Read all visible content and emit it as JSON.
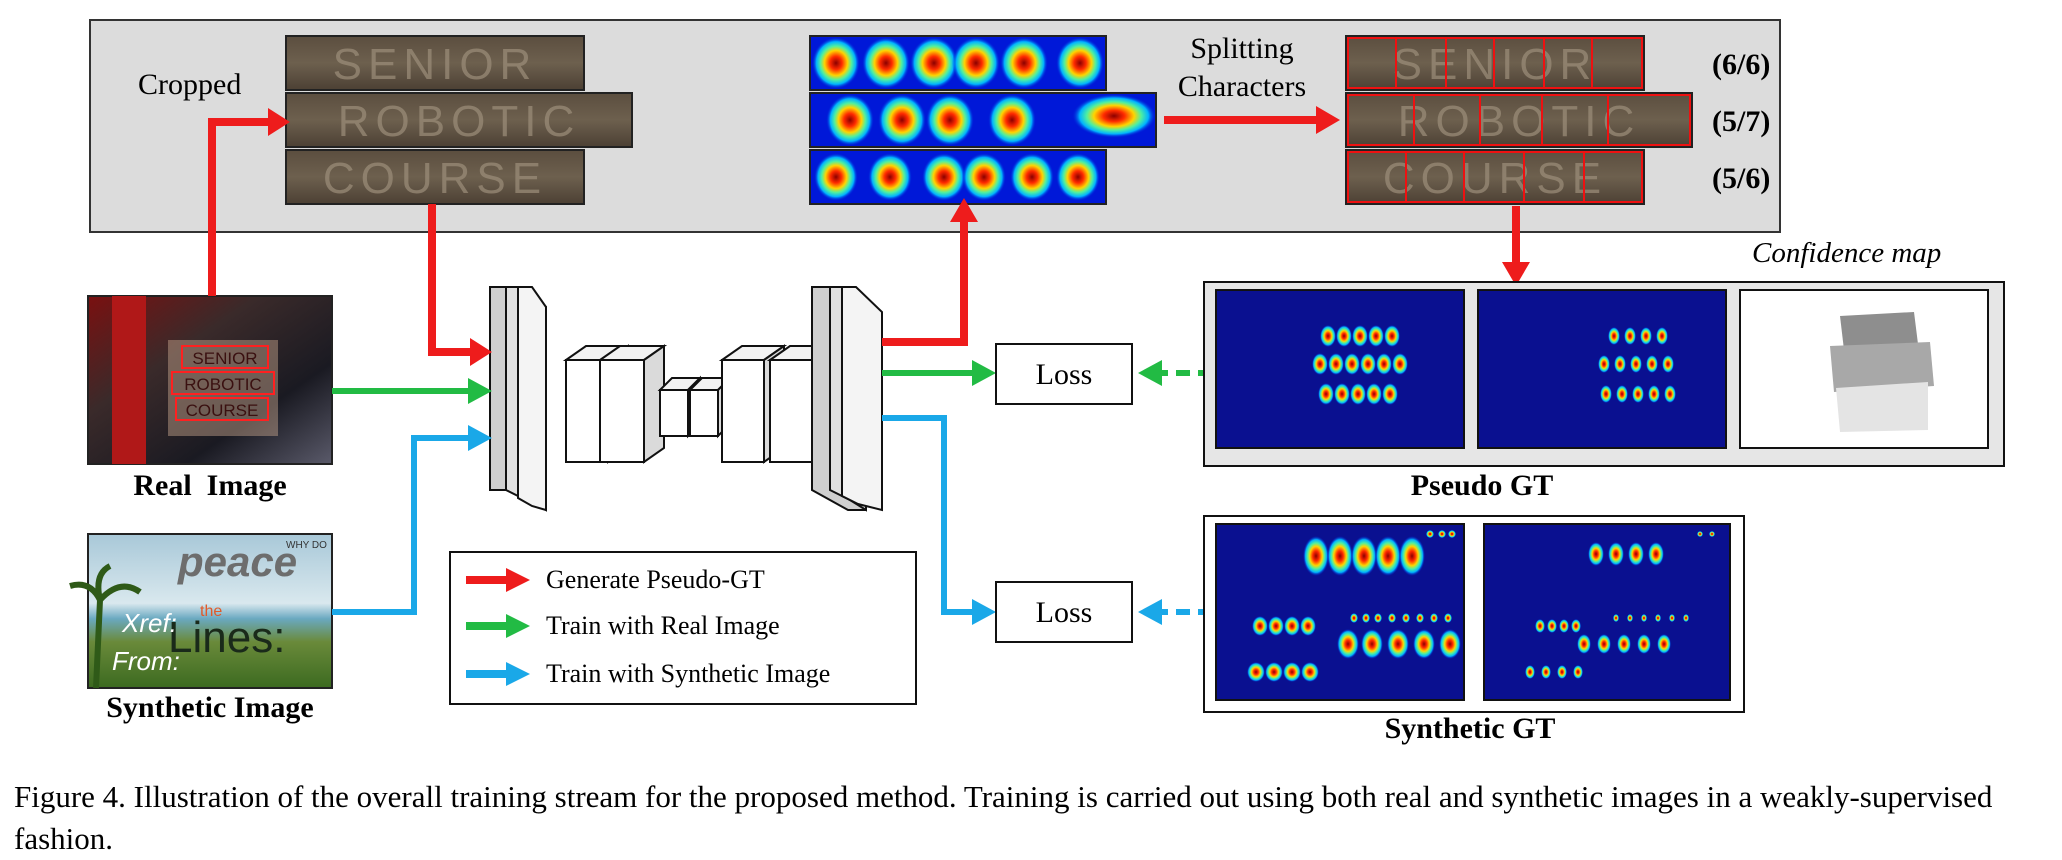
{
  "figure": {
    "cropped_label": "Cropped",
    "splitting_label": [
      "Splitting",
      "Characters"
    ],
    "crop_words": [
      "SENIOR",
      "ROBOTIC",
      "COURSE"
    ],
    "split_ratios": [
      "(6/6)",
      "(5/7)",
      "(5/6)"
    ],
    "confidence_map_label": "Confidence map",
    "real_image_label": "Real  Image",
    "real_image_words": [
      "SENIOR",
      "ROBOTIC",
      "COURSE"
    ],
    "synthetic_image_label": "Synthetic Image",
    "synthetic_image_words": [
      "peace",
      "the",
      "Lines:",
      "Xref:",
      "From:",
      "WHY DO"
    ],
    "loss_top": "Loss",
    "loss_bottom": "Loss",
    "pseudo_gt_label": "Pseudo GT",
    "synthetic_gt_label": "Synthetic GT",
    "legend": [
      {
        "label": "Generate Pseudo-GT",
        "color": "#ee1c1c"
      },
      {
        "label": "Train with Real Image",
        "color": "#22bb44"
      },
      {
        "label": "Train with Synthetic Image",
        "color": "#1aa8e8"
      }
    ]
  },
  "caption": "Figure 4. Illustration of the overall training stream for the proposed method. Training is carried out using both real and synthetic images in a weakly-supervised fashion."
}
